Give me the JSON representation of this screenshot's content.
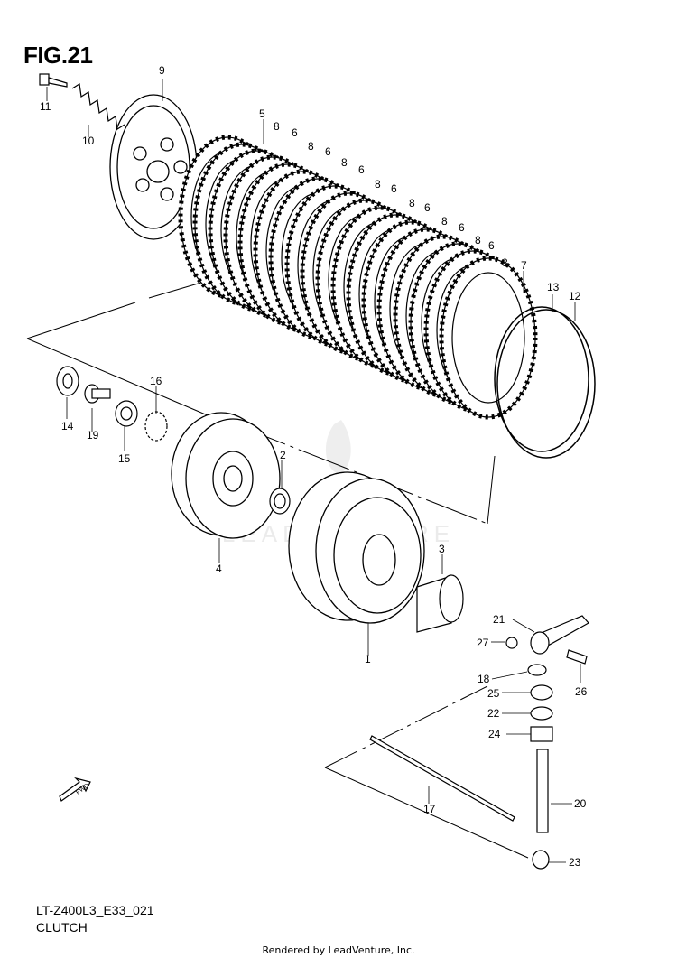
{
  "figure": {
    "title": "FIG.21",
    "diagram_code": "LT-Z400L3_E33_021",
    "diagram_name": "CLUTCH",
    "credit": "Rendered by LeadVenture, Inc.",
    "fwd_label": "FWD",
    "watermark_text": "LEADVENTURE"
  },
  "callouts": [
    "1",
    "2",
    "3",
    "4",
    "5",
    "6",
    "7",
    "8",
    "9",
    "10",
    "11",
    "12",
    "13",
    "14",
    "15",
    "16",
    "17",
    "18",
    "19",
    "20",
    "21",
    "22",
    "23",
    "24",
    "25",
    "26",
    "27"
  ],
  "colors": {
    "ink": "#000000",
    "paper": "#ffffff",
    "watermark": "#d9d9d9"
  }
}
